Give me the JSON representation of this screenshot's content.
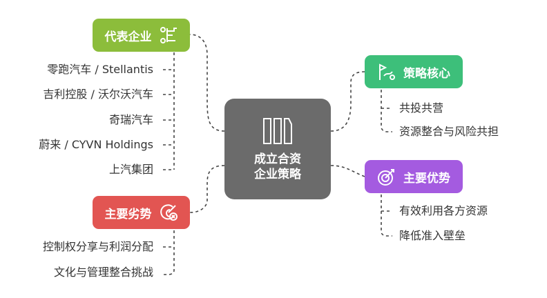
{
  "center": {
    "line1": "成立合资",
    "line2": "企业策略"
  },
  "branches": {
    "representatives": {
      "title": "代表企业",
      "color": "#8cbd3b",
      "items": [
        "零跑汽车 / Stellantis",
        "吉利控股 / 沃尔沃汽车",
        "奇瑞汽车",
        "蔚来 / CYVN Holdings",
        "上汽集团"
      ]
    },
    "strategy": {
      "title": "策略核心",
      "color": "#3dbf7a",
      "items": [
        "共投共营",
        "资源整合与风险共担"
      ]
    },
    "advantages": {
      "title": "主要优势",
      "color": "#a45be0",
      "items": [
        "有效利用各方资源",
        "降低准入壁垒"
      ]
    },
    "disadvantages": {
      "title": "主要劣势",
      "color": "#e25552",
      "items": [
        "控制权分享与利润分配",
        "文化与管理整合挑战"
      ]
    }
  },
  "icons": {
    "center": "pillars-icon",
    "representatives": "network-icon",
    "strategy": "route-icon",
    "advantages": "target-icon",
    "disadvantages": "target-miss-icon"
  }
}
